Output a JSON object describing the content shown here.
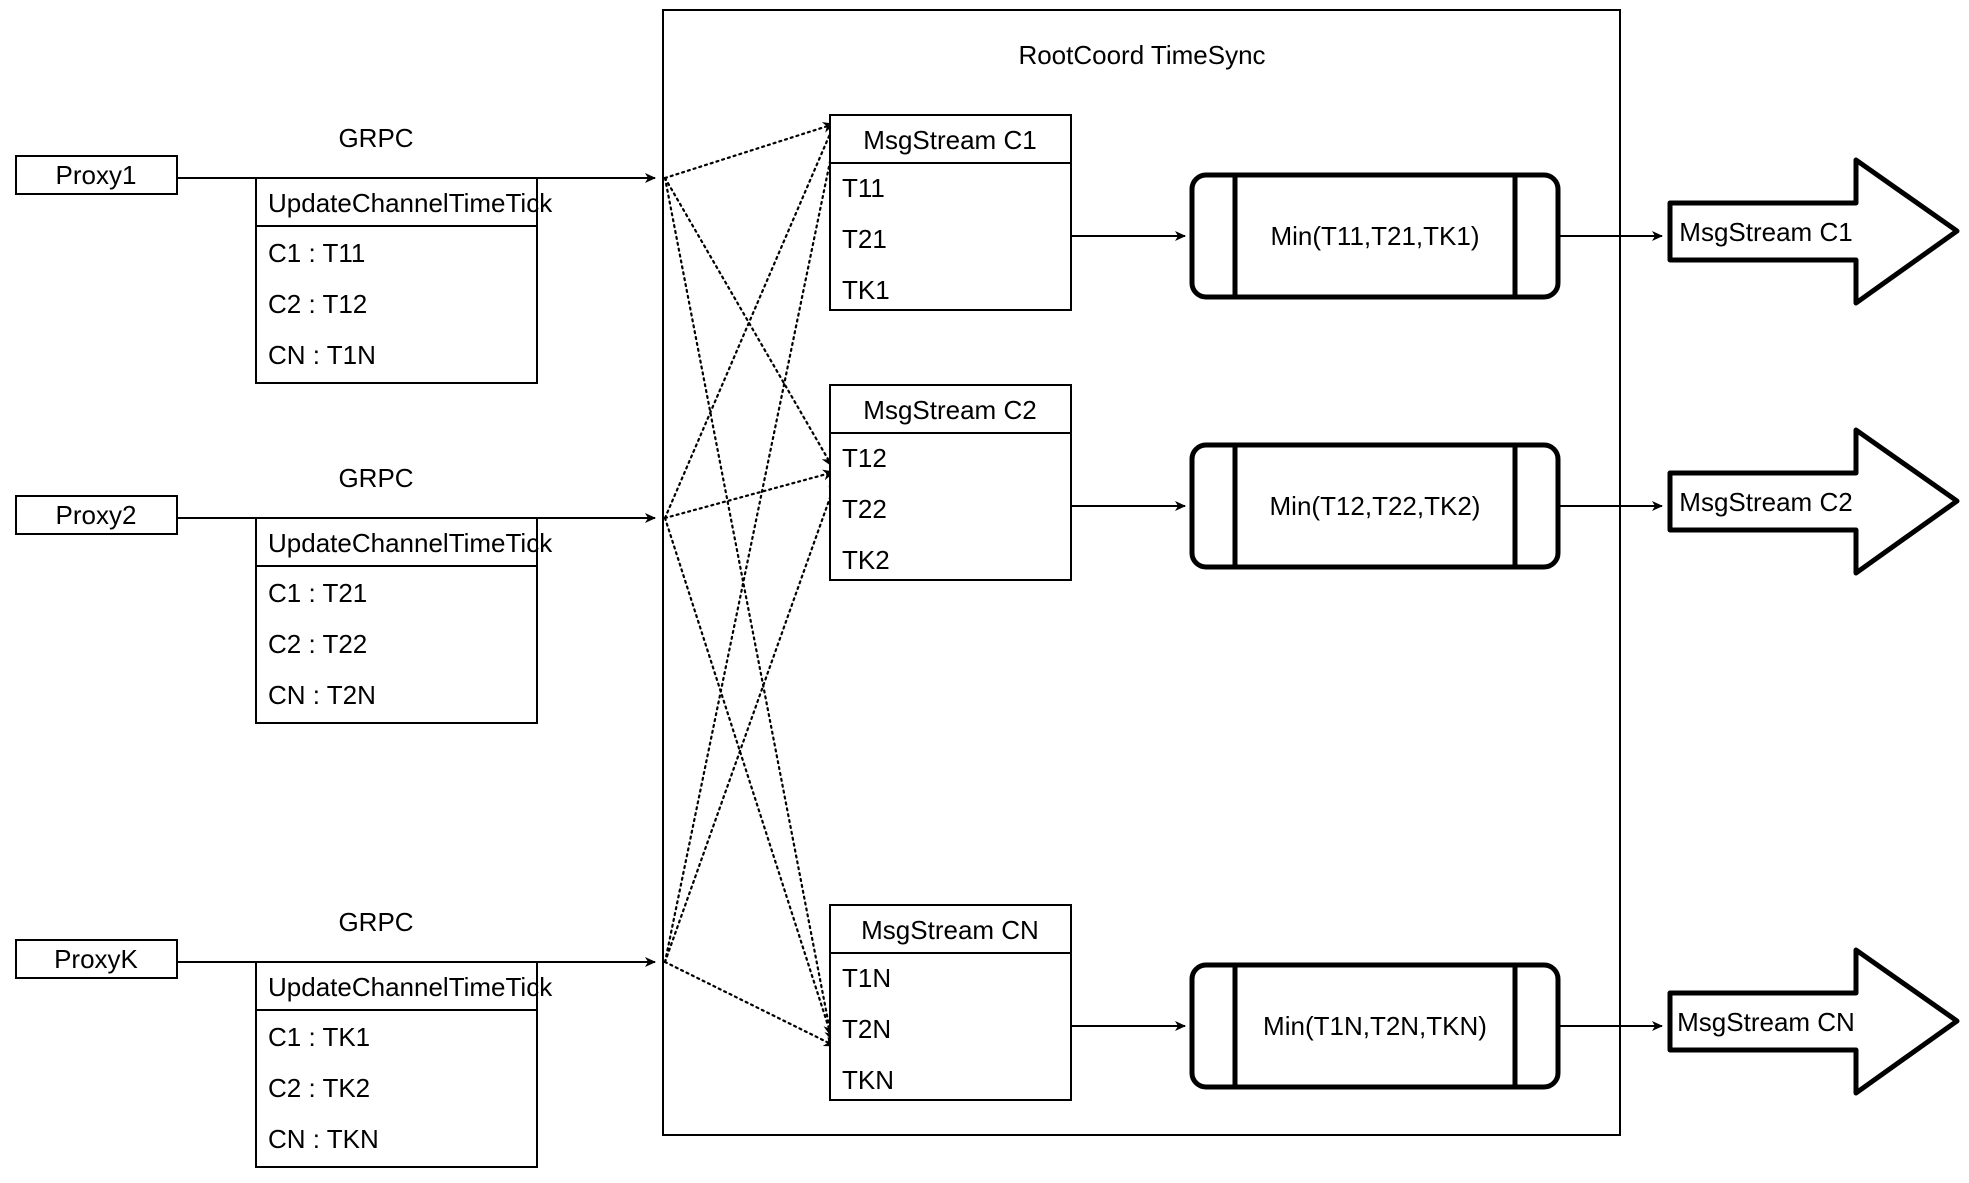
{
  "diagram": {
    "container_title": "RootCoord TimeSync",
    "grpc_label": "GRPC",
    "proxies": [
      {
        "name": "Proxy1",
        "link_label": "GRPC",
        "rpc_title": "UpdateChannelTimeTick",
        "rpc_rows": [
          "C1 :  T11",
          "C2 :  T12",
          "CN : T1N"
        ]
      },
      {
        "name": "Proxy2",
        "link_label": "GRPC",
        "rpc_title": "UpdateChannelTimeTick",
        "rpc_rows": [
          "C1 :  T21",
          "C2 :  T22",
          "CN : T2N"
        ]
      },
      {
        "name": "ProxyK",
        "link_label": "GRPC",
        "rpc_title": "UpdateChannelTimeTick",
        "rpc_rows": [
          "C1 :  TK1",
          "C2 :  TK2",
          "CN : TKN"
        ]
      }
    ],
    "channels": [
      {
        "msgstream_title": "MsgStream C1",
        "ticks": [
          "T11",
          "T21",
          "TK1"
        ],
        "min_label": "Min(T11,T21,TK1)",
        "output_label": "MsgStream C1"
      },
      {
        "msgstream_title": "MsgStream C2",
        "ticks": [
          "T12",
          "T22",
          "TK2"
        ],
        "min_label": "Min(T12,T22,TK2)",
        "output_label": "MsgStream C2"
      },
      {
        "msgstream_title": "MsgStream CN",
        "ticks": [
          "T1N",
          "T2N",
          "TKN"
        ],
        "min_label": "Min(T1N,T2N,TKN)",
        "output_label": "MsgStream CN"
      }
    ],
    "colors": {
      "stroke": "#000000",
      "fill": "#ffffff",
      "background": "#ffffff"
    }
  }
}
